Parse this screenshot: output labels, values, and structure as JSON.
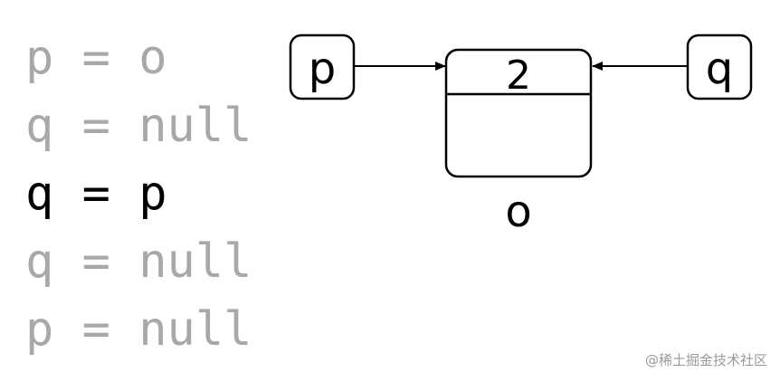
{
  "code": {
    "lines": [
      {
        "text": "p = o",
        "active": false
      },
      {
        "text": "q = null",
        "active": false
      },
      {
        "text": "q = p",
        "active": true
      },
      {
        "text": "q = null",
        "active": false
      },
      {
        "text": "p = null",
        "active": false
      }
    ]
  },
  "diagram": {
    "pointer_p": {
      "label": "p"
    },
    "pointer_q": {
      "label": "q"
    },
    "object": {
      "ref_count": "2",
      "name": "o"
    }
  },
  "colors": {
    "active_text": "#000000",
    "inactive_text": "#a8a8a8",
    "stroke": "#000000"
  },
  "watermark": "@稀土掘金技术社区"
}
